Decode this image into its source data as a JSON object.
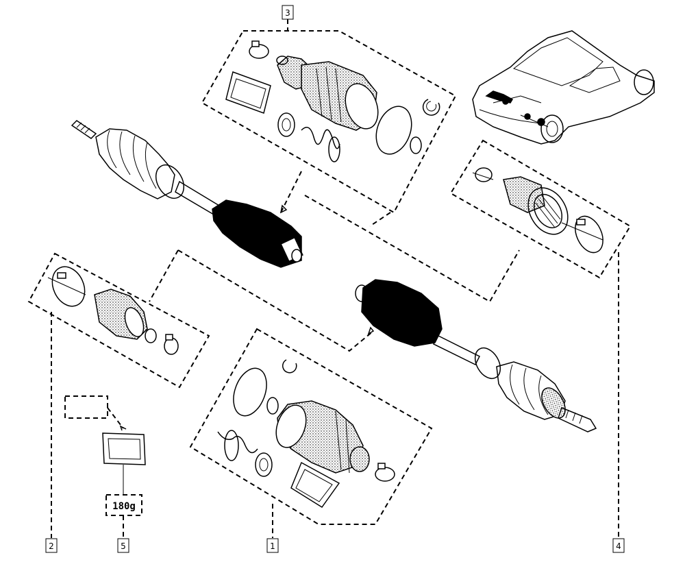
{
  "labels": {
    "item_1": "1",
    "item_2": "2",
    "item_3": "3",
    "item_4": "4",
    "item_5": "5"
  },
  "grease_quantity": "180g"
}
